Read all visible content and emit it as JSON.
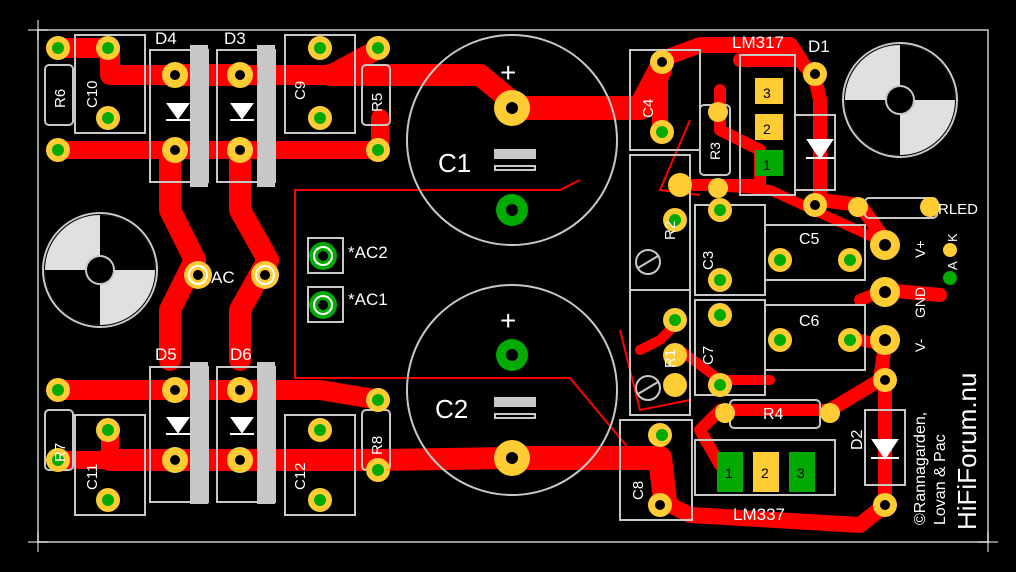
{
  "board": {
    "colors": {
      "background": "#000000",
      "copper": "#ff0000",
      "silkscreen": "#c8c8c8",
      "pad": "#ffcc33",
      "via": "#00aa00",
      "text": "#ffffff"
    }
  },
  "labels": {
    "d4": "D4",
    "d3": "D3",
    "d1": "D1",
    "d5": "D5",
    "d6": "D6",
    "d2": "D2",
    "lm317": "LM317",
    "lm337": "LM337",
    "c1": "C1",
    "c2": "C2",
    "c10": "C10",
    "c9": "C9",
    "c11": "C11",
    "c12": "C12",
    "c4": "C4",
    "c3": "C3",
    "c5": "C5",
    "c6": "C6",
    "c7": "C7",
    "c8": "C8",
    "r6": "R6",
    "r5": "R5",
    "r7": "R7",
    "r8": "R8",
    "r3": "R3",
    "r2": "R2",
    "r1": "R1",
    "r4": "R4",
    "ac": "AC",
    "ac2": "*AC2",
    "ac1": "*AC1",
    "rled": "RLED",
    "plus1": "+",
    "plus2": "+",
    "pin1": "1",
    "pin2": "2",
    "pin3": "3",
    "pin1b": "1",
    "pin2b": "2",
    "pin3b": "3",
    "k": "K",
    "a": "A",
    "vplus": "V+",
    "gnd": "GND",
    "vminus": "V-",
    "credit1": "©Rannagarden,",
    "credit2": "Lovan & Pac",
    "brand": "HiFiForum.nu"
  }
}
